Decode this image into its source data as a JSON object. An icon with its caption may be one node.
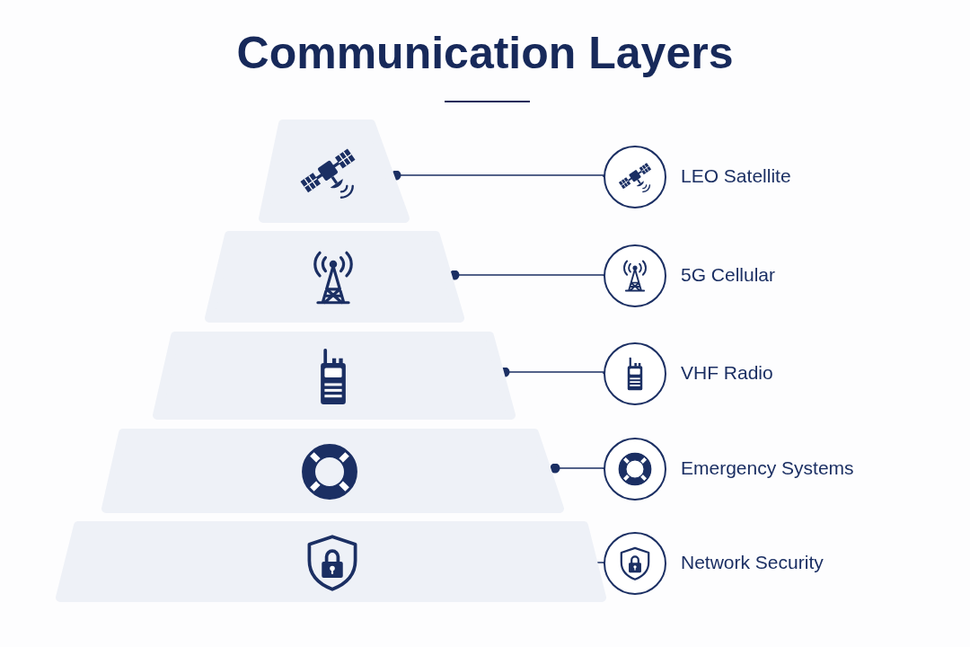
{
  "diagram": {
    "title": "Communication Layers",
    "nodes": [
      {
        "text": [],
        "shape": "trapezoid"
      },
      {
        "text": [],
        "shape": "trapezoid"
      },
      {
        "text": [],
        "shape": "trapezoid"
      },
      {
        "text": [],
        "shape": "trapezoid"
      },
      {
        "text": [],
        "shape": "trapezoid"
      },
      {
        "text": [],
        "shape": "circle",
        "beside": [
          "LEO Satellite"
        ]
      },
      {
        "text": [],
        "shape": "circle",
        "beside": [
          "5G Cellular"
        ]
      },
      {
        "text": [],
        "shape": "circle",
        "beside": [
          "VHF Radio"
        ]
      },
      {
        "text": [],
        "shape": "circle",
        "beside": [
          "Emergency Systems"
        ]
      },
      {
        "text": [],
        "shape": "circle",
        "beside": [
          "Network Security"
        ]
      }
    ],
    "edges": [
      {
        "from": 0,
        "to": 5,
        "arrow": "other"
      },
      {
        "from": 1,
        "to": 6,
        "arrow": "other"
      },
      {
        "from": 2,
        "to": 7,
        "arrow": "other"
      },
      {
        "from": 3,
        "to": 8,
        "arrow": "other"
      },
      {
        "from": 4,
        "to": 9,
        "arrow": "other"
      }
    ]
  }
}
